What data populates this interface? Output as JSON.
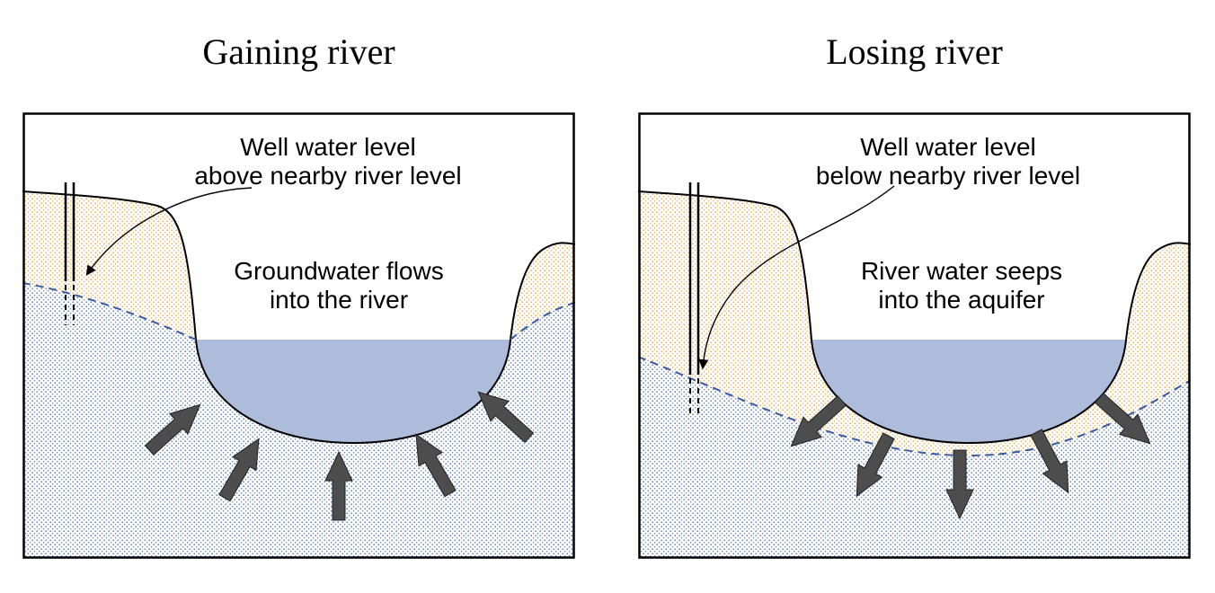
{
  "colors": {
    "border": "#000000",
    "ground_line": "#000000",
    "water_table_line": "#3a5ba0",
    "unsaturated_dot": "#e6a23c",
    "saturated_dot": "#4a6fb0",
    "river_water": "#aebcdc",
    "arrow": "#4d4d4d",
    "leader": "#000000"
  },
  "panels": [
    {
      "title": "Gaining river",
      "well_label_line1": "Well water level",
      "well_label_line2": "above nearby river level",
      "flow_label_line1": "Groundwater flows",
      "flow_label_line2": "into the river"
    },
    {
      "title": "Losing river",
      "well_label_line1": "Well water level",
      "well_label_line2": "below nearby river level",
      "flow_label_line1": "River water seeps",
      "flow_label_line2": "into the aquifer"
    }
  ]
}
